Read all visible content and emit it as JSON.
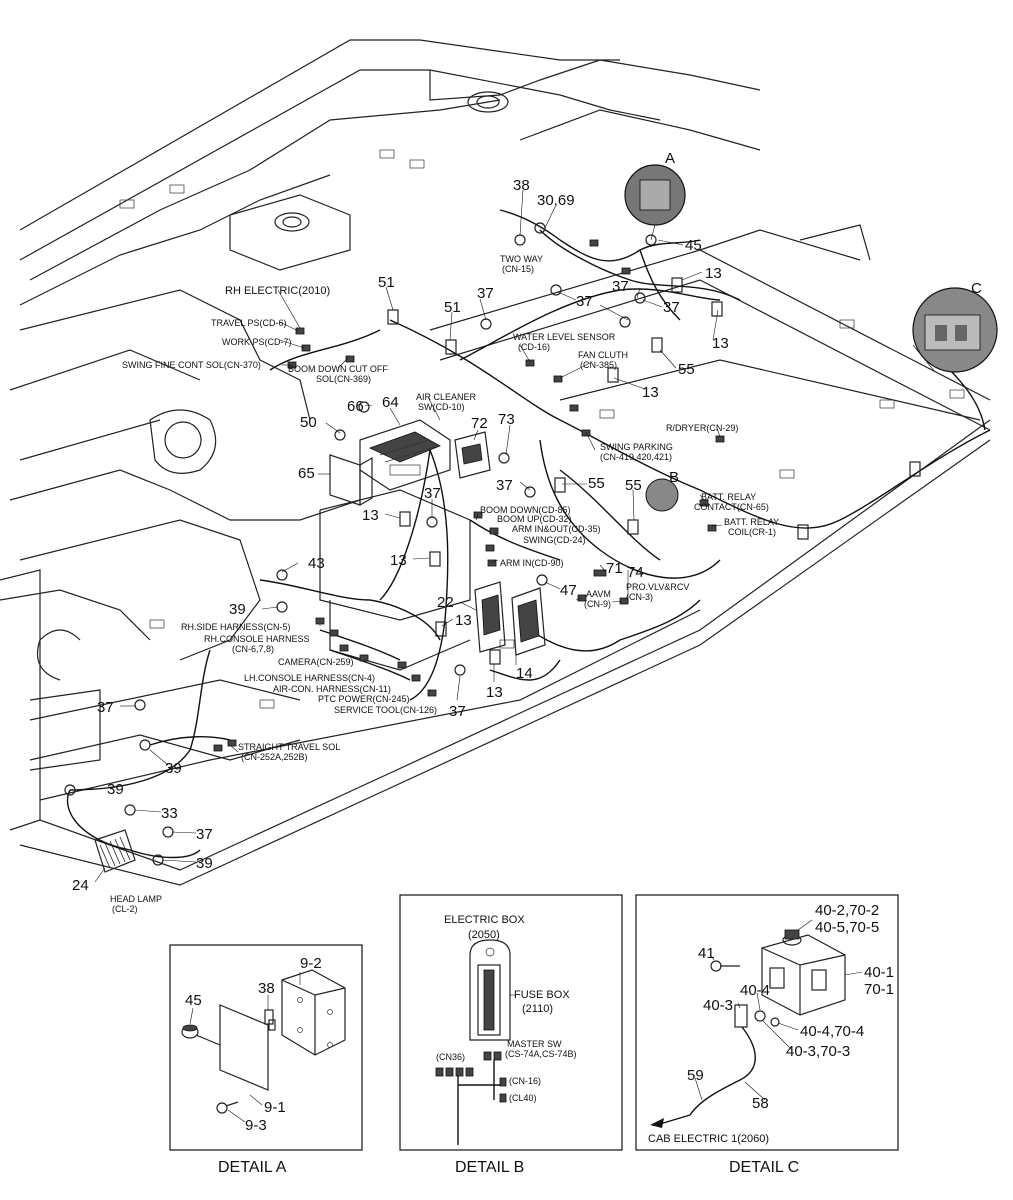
{
  "main_view": {
    "callouts": [
      {
        "id": "c38a",
        "text": "38"
      },
      {
        "id": "c3069",
        "text": "30,69"
      },
      {
        "id": "cA",
        "text": "A"
      },
      {
        "id": "c45",
        "text": "45"
      },
      {
        "id": "c13a",
        "text": "13"
      },
      {
        "id": "c37a",
        "text": "37"
      },
      {
        "id": "c37b",
        "text": "37"
      },
      {
        "id": "c37c",
        "text": "37"
      },
      {
        "id": "c51a",
        "text": "51"
      },
      {
        "id": "c51b",
        "text": "51"
      },
      {
        "id": "c37d",
        "text": "37"
      },
      {
        "id": "cC",
        "text": "C"
      },
      {
        "id": "c13b",
        "text": "13"
      },
      {
        "id": "c55a",
        "text": "55"
      },
      {
        "id": "c13c",
        "text": "13"
      },
      {
        "id": "c66",
        "text": "66"
      },
      {
        "id": "c64",
        "text": "64"
      },
      {
        "id": "c50",
        "text": "50"
      },
      {
        "id": "c72",
        "text": "72"
      },
      {
        "id": "c73",
        "text": "73"
      },
      {
        "id": "c65",
        "text": "65"
      },
      {
        "id": "c37e",
        "text": "37"
      },
      {
        "id": "c55b",
        "text": "55"
      },
      {
        "id": "c55c",
        "text": "55"
      },
      {
        "id": "cB",
        "text": "B"
      },
      {
        "id": "c37f",
        "text": "37"
      },
      {
        "id": "c13d",
        "text": "13"
      },
      {
        "id": "c13e",
        "text": "13"
      },
      {
        "id": "c43",
        "text": "43"
      },
      {
        "id": "c71",
        "text": "71"
      },
      {
        "id": "c74",
        "text": "74"
      },
      {
        "id": "c47",
        "text": "47"
      },
      {
        "id": "c22",
        "text": "22"
      },
      {
        "id": "c13f",
        "text": "13"
      },
      {
        "id": "c39a",
        "text": "39"
      },
      {
        "id": "c14",
        "text": "14"
      },
      {
        "id": "c13g",
        "text": "13"
      },
      {
        "id": "c37g",
        "text": "37"
      },
      {
        "id": "c37h",
        "text": "37"
      },
      {
        "id": "c39b",
        "text": "39"
      },
      {
        "id": "c39c",
        "text": "39"
      },
      {
        "id": "c33",
        "text": "33"
      },
      {
        "id": "c37i",
        "text": "37"
      },
      {
        "id": "c39d",
        "text": "39"
      },
      {
        "id": "c24",
        "text": "24"
      }
    ],
    "labels": [
      {
        "id": "l_rh_electric",
        "text": "RH ELECTRIC(2010)"
      },
      {
        "id": "l_travel_ps",
        "text": "TRAVEL PS(CD-6)"
      },
      {
        "id": "l_work_ps",
        "text": "WORK PS(CD-7)"
      },
      {
        "id": "l_swing_fine",
        "text": "SWING FINE CONT SOL(CN-370)"
      },
      {
        "id": "l_boom_cut1",
        "text": "BOOM DOWN CUT OFF"
      },
      {
        "id": "l_boom_cut2",
        "text": "SOL(CN-369)"
      },
      {
        "id": "l_two_way1",
        "text": "TWO WAY"
      },
      {
        "id": "l_two_way2",
        "text": "(CN-15)"
      },
      {
        "id": "l_water1",
        "text": "WATER LEVEL SENSOR"
      },
      {
        "id": "l_water2",
        "text": "(CD-16)"
      },
      {
        "id": "l_fan1",
        "text": "FAN CLUTH"
      },
      {
        "id": "l_fan2",
        "text": "(CN-385)"
      },
      {
        "id": "l_air1",
        "text": "AIR CLEANER"
      },
      {
        "id": "l_air2",
        "text": "SW(CD-10)"
      },
      {
        "id": "l_swing_park1",
        "text": "SWING PARKING"
      },
      {
        "id": "l_swing_park2",
        "text": "(CN-419,420,421)"
      },
      {
        "id": "l_rdryer",
        "text": "R/DRYER(CN-29)"
      },
      {
        "id": "l_batt1",
        "text": "BATT. RELAY"
      },
      {
        "id": "l_batt2",
        "text": "CONTACT(CN-65)"
      },
      {
        "id": "l_batt3",
        "text": "BATT. RELAY"
      },
      {
        "id": "l_batt4",
        "text": "COIL(CR-1)"
      },
      {
        "id": "l_boom_down",
        "text": "BOOM DOWN(CD-85)"
      },
      {
        "id": "l_boom_up",
        "text": "BOOM UP(CD-32)"
      },
      {
        "id": "l_arm_inout",
        "text": "ARM IN&OUT(CD-35)"
      },
      {
        "id": "l_swing",
        "text": "SWING(CD-24)"
      },
      {
        "id": "l_arm_in",
        "text": "ARM IN(CD-90)"
      },
      {
        "id": "l_aavm1",
        "text": "AAVM"
      },
      {
        "id": "l_aavm2",
        "text": "(CN-9)"
      },
      {
        "id": "l_pro1",
        "text": "PRO.VLV&RCV"
      },
      {
        "id": "l_pro2",
        "text": "(CN-3)"
      },
      {
        "id": "l_rh_side",
        "text": "RH.SIDE HARNESS(CN-5)"
      },
      {
        "id": "l_rh_console1",
        "text": "RH.CONSOLE HARNESS"
      },
      {
        "id": "l_rh_console2",
        "text": "(CN-6,7,8)"
      },
      {
        "id": "l_camera",
        "text": "CAMERA(CN-259)"
      },
      {
        "id": "l_lh_console",
        "text": "LH.CONSOLE HARNESS(CN-4)"
      },
      {
        "id": "l_aircon",
        "text": "AIR-CON. HARNESS(CN-11)"
      },
      {
        "id": "l_ptc",
        "text": "PTC POWER(CN-245)"
      },
      {
        "id": "l_service",
        "text": "SERVICE TOOL(CN-126)"
      },
      {
        "id": "l_straight1",
        "text": "STRAIGHT TRAVEL SOL"
      },
      {
        "id": "l_straight2",
        "text": "(CN-252A,252B)"
      },
      {
        "id": "l_head1",
        "text": "HEAD LAMP"
      },
      {
        "id": "l_head2",
        "text": "(CL-2)"
      }
    ]
  },
  "detail_a": {
    "caption": "DETAIL A",
    "callouts": [
      {
        "id": "a45",
        "text": "45"
      },
      {
        "id": "a38",
        "text": "38"
      },
      {
        "id": "a92",
        "text": "9-2"
      },
      {
        "id": "a91",
        "text": "9-1"
      },
      {
        "id": "a93",
        "text": "9-3"
      }
    ]
  },
  "detail_b": {
    "caption": "DETAIL B",
    "labels": [
      {
        "id": "b_ebox1",
        "text": "ELECTRIC BOX"
      },
      {
        "id": "b_ebox2",
        "text": "(2050)"
      },
      {
        "id": "b_fuse1",
        "text": "FUSE BOX"
      },
      {
        "id": "b_fuse2",
        "text": "(2110)"
      },
      {
        "id": "b_master1",
        "text": "MASTER SW"
      },
      {
        "id": "b_master2",
        "text": "(CS-74A,CS-74B)"
      },
      {
        "id": "b_cn36",
        "text": "(CN36)"
      },
      {
        "id": "b_cn16",
        "text": "(CN-16)"
      },
      {
        "id": "b_cl40",
        "text": "(CL40)"
      }
    ]
  },
  "detail_c": {
    "caption": "DETAIL C",
    "callouts": [
      {
        "id": "dc402",
        "text": "40-2,70-2"
      },
      {
        "id": "dc405",
        "text": "40-5,70-5"
      },
      {
        "id": "dc41",
        "text": "41"
      },
      {
        "id": "dc401",
        "text": "40-1"
      },
      {
        "id": "dc701",
        "text": "70-1"
      },
      {
        "id": "dc404a",
        "text": "40-4"
      },
      {
        "id": "dc403a",
        "text": "40-3"
      },
      {
        "id": "dc404b",
        "text": "40-4,70-4"
      },
      {
        "id": "dc403b",
        "text": "40-3,70-3"
      },
      {
        "id": "dc59",
        "text": "59"
      },
      {
        "id": "dc58",
        "text": "58"
      }
    ],
    "labels": [
      {
        "id": "dc_cab",
        "text": "CAB ELECTRIC 1(2060)"
      }
    ]
  }
}
